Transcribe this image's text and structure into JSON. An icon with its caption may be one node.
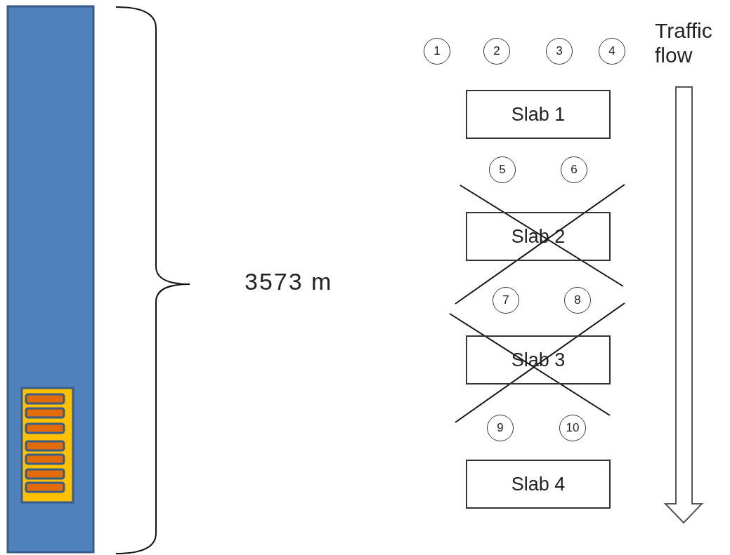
{
  "diagram": {
    "nodes": [
      {
        "text": [
          "1"
        ]
      },
      {
        "text": [
          "2"
        ]
      },
      {
        "text": [
          "3"
        ]
      },
      {
        "text": [
          "4"
        ]
      },
      {
        "text": [
          "Slab 1"
        ]
      },
      {
        "text": [
          "5"
        ]
      },
      {
        "text": [
          "6"
        ]
      },
      {
        "text": [
          "Slab 2"
        ]
      },
      {
        "text": [
          "7"
        ]
      },
      {
        "text": [
          "8"
        ]
      },
      {
        "text": [
          "Slab 3"
        ]
      },
      {
        "text": [
          "9"
        ]
      },
      {
        "text": [
          "10"
        ]
      },
      {
        "text": [
          "Slab 4"
        ]
      }
    ],
    "labels": [
      "Traffic flow",
      "3573 m"
    ]
  }
}
